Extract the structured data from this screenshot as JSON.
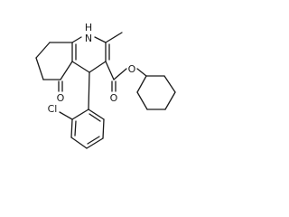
{
  "structure": {
    "atoms": {
      "nh": "N",
      "nh_h": "H",
      "ketone_o": "O",
      "ester_carbonyl_o": "O",
      "ester_o": "O",
      "chlorine": "Cl"
    }
  }
}
